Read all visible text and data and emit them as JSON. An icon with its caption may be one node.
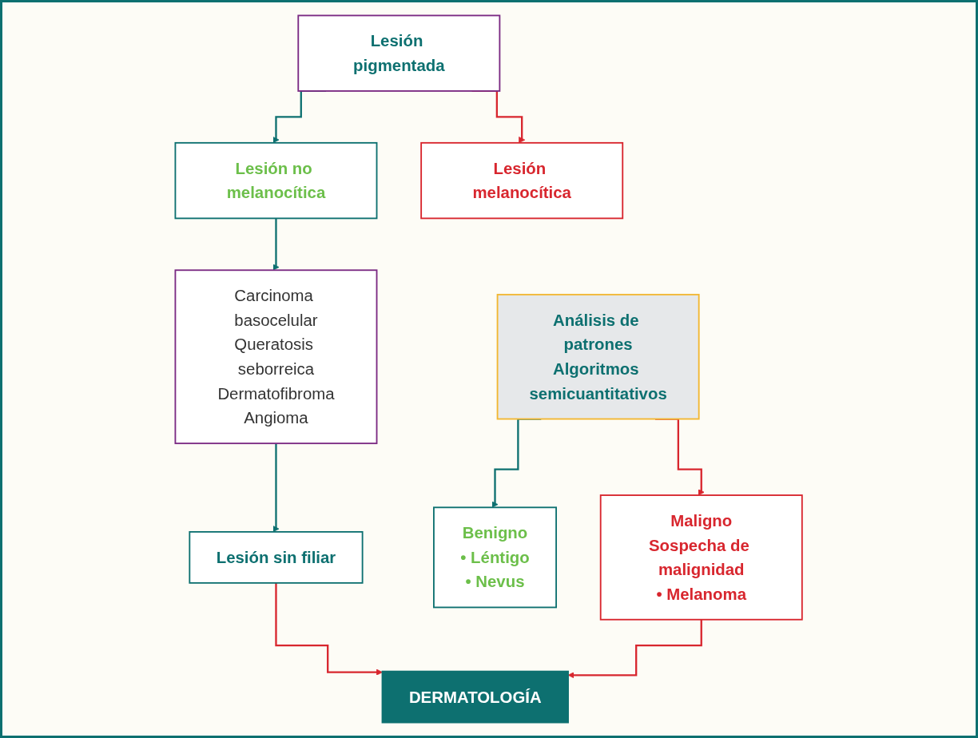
{
  "diagram": {
    "nodes": [
      {
        "text": [
          "Lesión pigmentada"
        ]
      },
      {
        "text": [
          "Lesión no melanocítica"
        ]
      },
      {
        "text": [
          "Lesión melanocítica"
        ]
      },
      {
        "text": [
          "Carcinoma basocelular",
          "Queratosis seborreica",
          "Dermatofibroma",
          "Angioma"
        ]
      },
      {
        "text": [
          "Análisis de patrones",
          "Algoritmos semicuantitativos"
        ]
      },
      {
        "text": [
          "Benigno",
          "• Léntigo",
          "• Nevus"
        ]
      },
      {
        "text": [
          "Maligno",
          "Sospecha de malignidad",
          "• Melanoma"
        ]
      },
      {
        "text": [
          "Lesión sin filiar"
        ]
      },
      {
        "text": [
          "DERMATOLOGÍA"
        ]
      }
    ],
    "edges": [
      {
        "from": 0,
        "to": 1,
        "arrow": "to",
        "color": "#0d7070"
      },
      {
        "from": 0,
        "to": 2,
        "arrow": "to",
        "color": "#d8262e"
      },
      {
        "from": 1,
        "to": 3,
        "arrow": "to",
        "color": "#0d7070"
      },
      {
        "from": 3,
        "to": 7,
        "arrow": "to",
        "color": "#0d7070"
      },
      {
        "from": 7,
        "to": 8,
        "arrow": "to",
        "color": "#d8262e"
      },
      {
        "from": 4,
        "to": 5,
        "arrow": "to",
        "color": "#0d7070"
      },
      {
        "from": 4,
        "to": 6,
        "arrow": "to",
        "color": "#d8262e"
      },
      {
        "from": 6,
        "to": 8,
        "arrow": "to",
        "color": "#d8262e"
      }
    ]
  }
}
